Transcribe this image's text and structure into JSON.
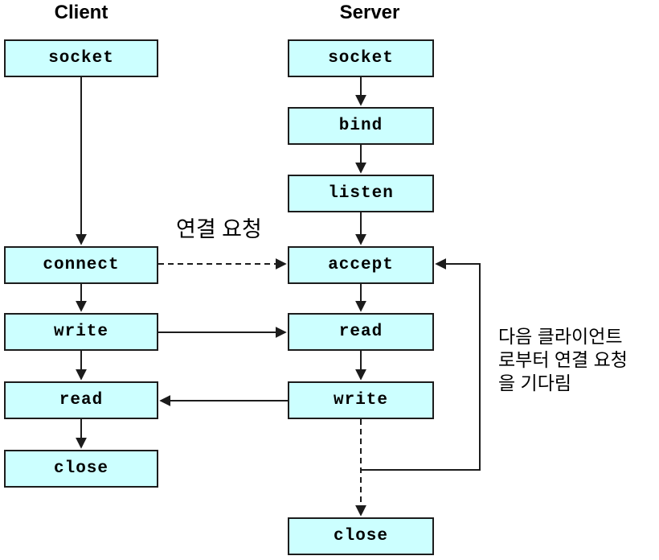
{
  "client": {
    "title": "Client",
    "steps": [
      "socket",
      "connect",
      "write",
      "read",
      "close"
    ]
  },
  "server": {
    "title": "Server",
    "steps": [
      "socket",
      "bind",
      "listen",
      "accept",
      "read",
      "write",
      "close"
    ]
  },
  "labels": {
    "connection_request": "연결 요청",
    "wait_next_client": "다음 클라이언트\n로부터 연결 요청\n을 기다림"
  },
  "edges": [
    {
      "id": "client-socket-to-connect",
      "from": "client.socket",
      "to": "client.connect",
      "style": "solid"
    },
    {
      "id": "client-connect-to-write",
      "from": "client.connect",
      "to": "client.write",
      "style": "solid"
    },
    {
      "id": "client-write-to-read",
      "from": "client.write",
      "to": "client.read",
      "style": "solid"
    },
    {
      "id": "client-read-to-close",
      "from": "client.read",
      "to": "client.close",
      "style": "solid"
    },
    {
      "id": "server-socket-to-bind",
      "from": "server.socket",
      "to": "server.bind",
      "style": "solid"
    },
    {
      "id": "server-bind-to-listen",
      "from": "server.bind",
      "to": "server.listen",
      "style": "solid"
    },
    {
      "id": "server-listen-to-accept",
      "from": "server.listen",
      "to": "server.accept",
      "style": "solid"
    },
    {
      "id": "server-accept-to-read",
      "from": "server.accept",
      "to": "server.read",
      "style": "solid"
    },
    {
      "id": "server-read-to-write",
      "from": "server.read",
      "to": "server.write",
      "style": "solid"
    },
    {
      "id": "connect-to-accept",
      "from": "client.connect",
      "to": "server.accept",
      "style": "dashed",
      "label": "연결 요청"
    },
    {
      "id": "client-write-to-server-read",
      "from": "client.write",
      "to": "server.read",
      "style": "solid"
    },
    {
      "id": "server-write-to-client-read",
      "from": "server.write",
      "to": "client.read",
      "style": "solid"
    },
    {
      "id": "server-write-to-close",
      "from": "server.write",
      "to": "server.close",
      "style": "dashed"
    },
    {
      "id": "server-write-loop-to-accept",
      "from": "server.write",
      "to": "server.accept",
      "style": "solid",
      "label": "다음 클라이언트\n로부터 연결 요청\n을 기다림"
    }
  ],
  "colors": {
    "box_fill": "#ccffff",
    "box_border": "#1c1c1c",
    "line": "#1c1c1c",
    "background": "#ffffff",
    "text": "#000000"
  }
}
